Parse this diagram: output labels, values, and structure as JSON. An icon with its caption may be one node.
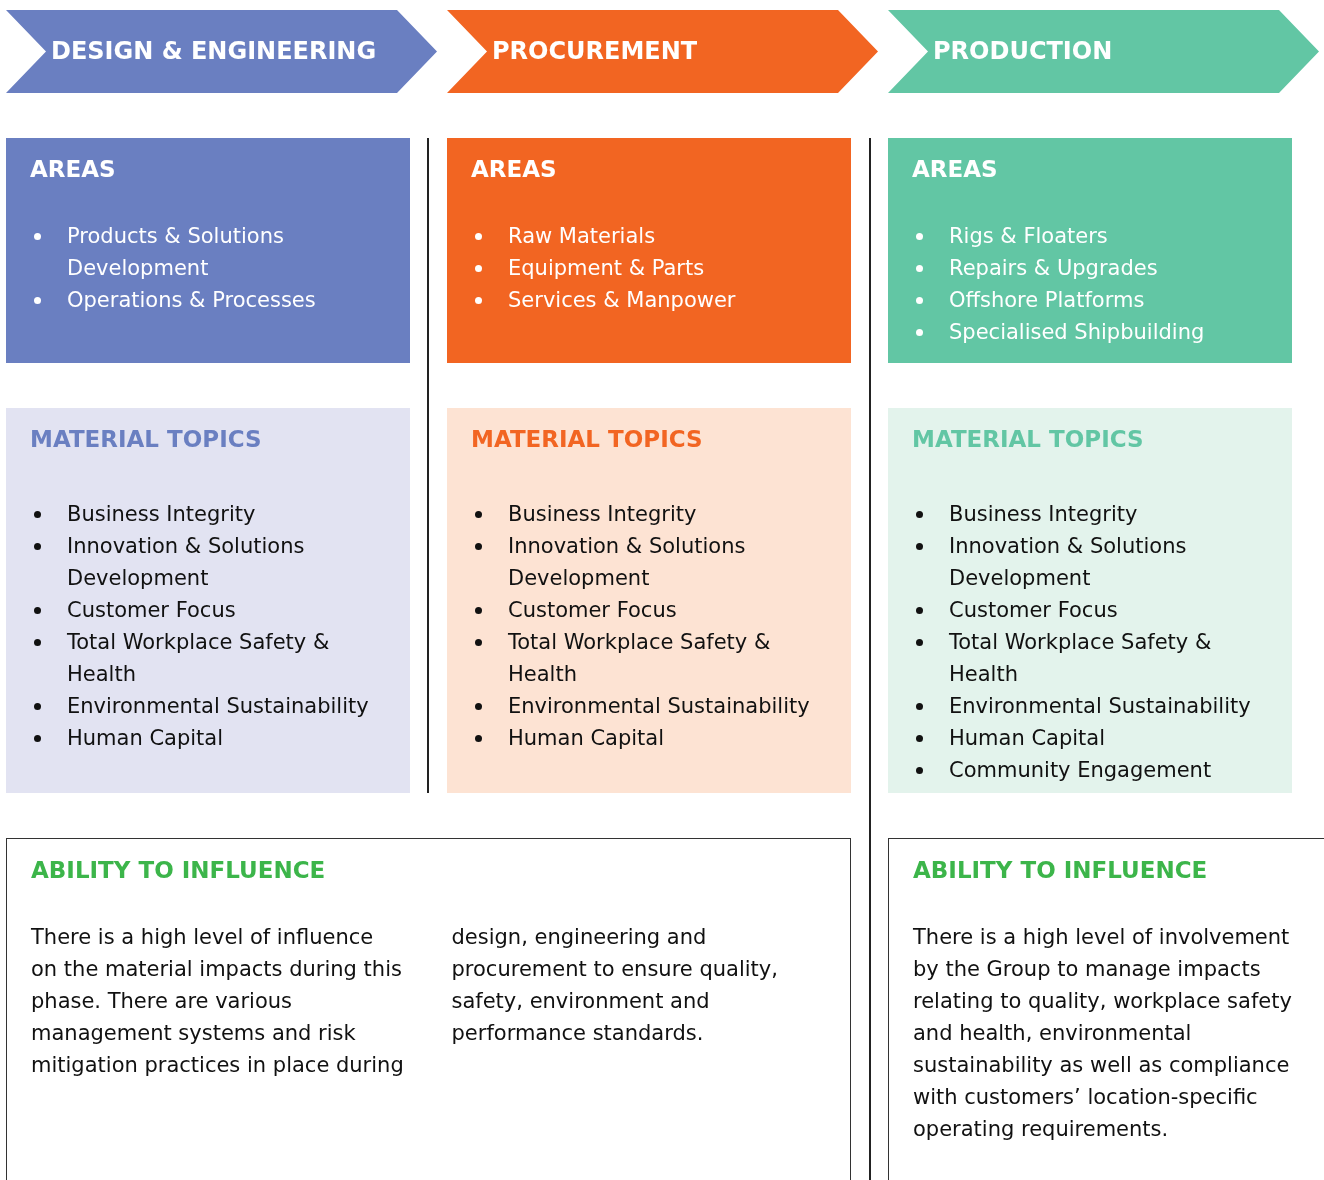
{
  "diagram": {
    "nodes": [
      {
        "text": [
          "DESIGN & ENGINEERING"
        ]
      },
      {
        "text": [
          "PROCUREMENT"
        ]
      },
      {
        "text": [
          "PRODUCTION"
        ]
      },
      {
        "text": [
          "AREAS",
          "Products & Solutions Development",
          "Operations & Processes"
        ]
      },
      {
        "text": [
          "AREAS",
          "Raw Materials",
          "Equipment & Parts",
          "Services & Manpower"
        ]
      },
      {
        "text": [
          "AREAS",
          "Rigs & Floaters",
          "Repairs & Upgrades",
          "Offshore Platforms",
          "Specialised Shipbuilding"
        ]
      },
      {
        "text": [
          "MATERIAL TOPICS",
          "Business Integrity",
          "Innovation & Solutions Development",
          "Customer Focus",
          "Total Workplace Safety & Health",
          "Environmental Sustainability",
          "Human Capital"
        ]
      },
      {
        "text": [
          "MATERIAL TOPICS",
          "Business Integrity",
          "Innovation & Solutions Development",
          "Customer Focus",
          "Total Workplace Safety & Health",
          "Environmental Sustainability",
          "Human Capital"
        ]
      },
      {
        "text": [
          "MATERIAL TOPICS",
          "Business Integrity",
          "Innovation & Solutions Development",
          "Customer Focus",
          "Total Workplace Safety & Health",
          "Environmental Sustainability",
          "Human Capital",
          "Community Engagement"
        ]
      },
      {
        "text": [
          "ABILITY TO INFLUENCE",
          "There is a high level of influence on the material impacts during this phase. There are various management systems and risk mitigation practices in place during design, engineering and procurement to ensure quality, safety, environment and performance standards."
        ]
      },
      {
        "text": [
          "ABILITY TO INFLUENCE",
          "There is a high level of involvement by the Group to manage impacts relating to quality, workplace safety and health, environmental sustainability as well as compliance with customers’ location-specific operating requirements."
        ]
      }
    ]
  }
}
